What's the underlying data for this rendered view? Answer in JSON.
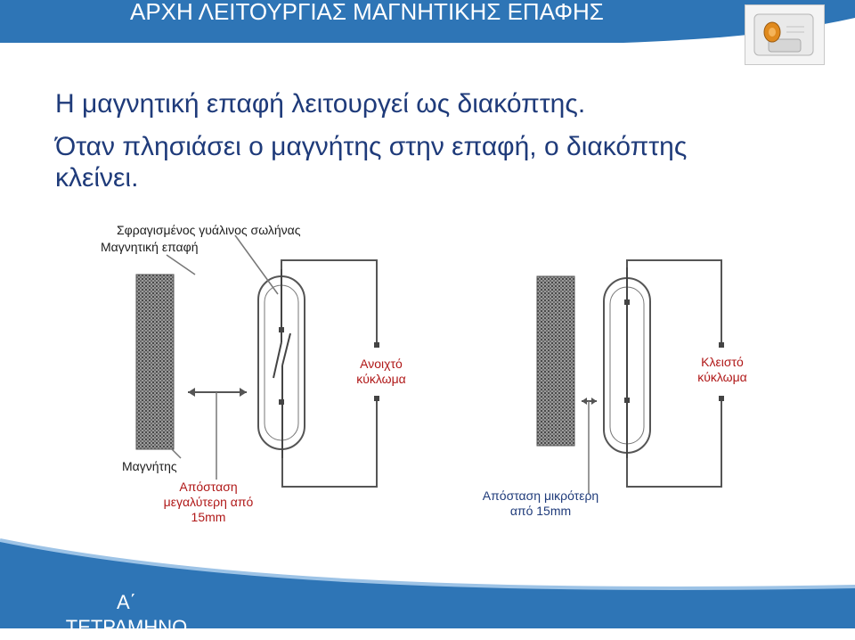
{
  "slide": {
    "title": "ΑΡΧΗ ΛΕΙΤΟΥΡΓΙΑΣ ΜΑΓΝΗΤΙΚΗΣ ΕΠΑΦΗΣ",
    "line1": "Η μαγνητική επαφή λειτουργεί ως διακόπτης.",
    "line2": "Όταν πλησιάσει ο μαγνήτης στην επαφή, ο διακόπτης",
    "line3": "κλείνει."
  },
  "figure": {
    "label_sealed_tube": "Σφραγισμένος γυάλινος σωλήνας",
    "label_magnetic_contact": "Μαγνητική επαφή",
    "label_open_line1": "Ανοιχτό",
    "label_open_line2": "κύκλωμα",
    "label_closed_line1": "Κλειστό",
    "label_closed_line2": "κύκλωμα",
    "label_magnet": "Μαγνήτης",
    "label_far_line1": "Απόσταση",
    "label_far_line2": "μεγαλύτερη από",
    "label_far_line3": "15mm",
    "label_near_line1": "Απόσταση μικρότερη",
    "label_near_line2": "από 15mm"
  },
  "footer": {
    "line1": "Α΄",
    "line2": "ΤΕΤΡΑΜΗΝΟ"
  },
  "colors": {
    "title_band": "#2e75b6",
    "body_text": "#1f3b7a",
    "label_red": "#b01818"
  },
  "icons": {
    "thumbnail": "magnetic-contact-device-photo"
  }
}
